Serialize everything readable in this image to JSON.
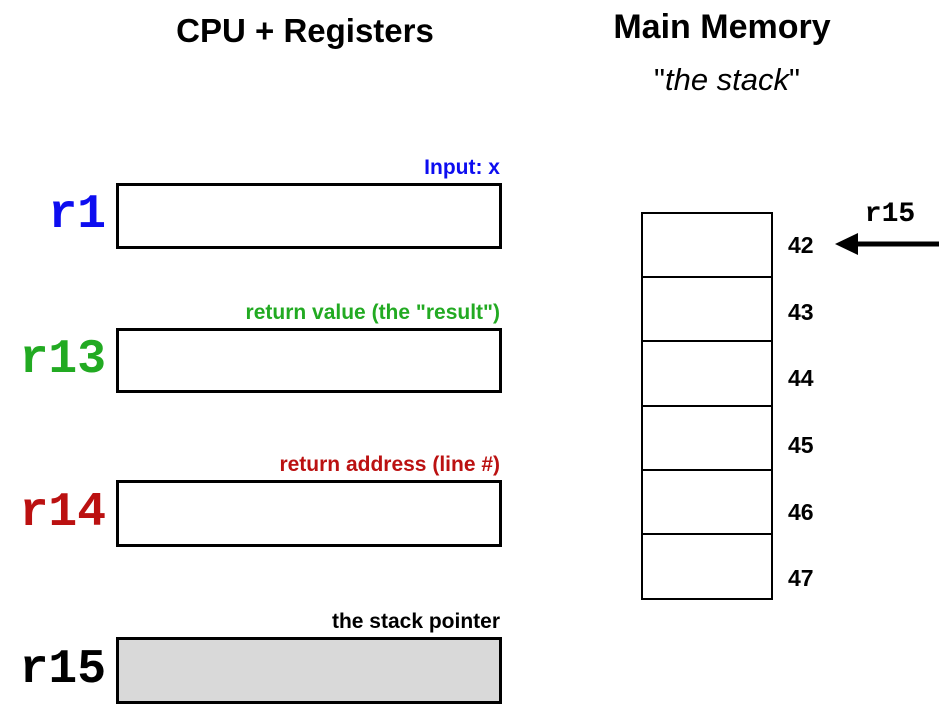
{
  "colors": {
    "blue": "#0d0df0",
    "green": "#22aa22",
    "red": "#bb1111",
    "black": "#000000",
    "gray_fill": "#d9d9d9",
    "border": "#000000"
  },
  "left_panel": {
    "title": "CPU + Registers",
    "registers": [
      {
        "name": "r1",
        "label": "Input: x"
      },
      {
        "name": "r13",
        "label": "return value (the \"result\")"
      },
      {
        "name": "r14",
        "label": "return address (line #)"
      },
      {
        "name": "r15",
        "label": "the stack pointer"
      }
    ]
  },
  "right_panel": {
    "title": "Main Memory",
    "subtitle": {
      "open_quote": "\"",
      "text": "the stack",
      "close_quote": "\""
    },
    "cells": [
      {
        "address": "42"
      },
      {
        "address": "43"
      },
      {
        "address": "44"
      },
      {
        "address": "45"
      },
      {
        "address": "46"
      },
      {
        "address": "47"
      }
    ],
    "pointer": {
      "label": "r15",
      "points_to_address": "42"
    }
  }
}
